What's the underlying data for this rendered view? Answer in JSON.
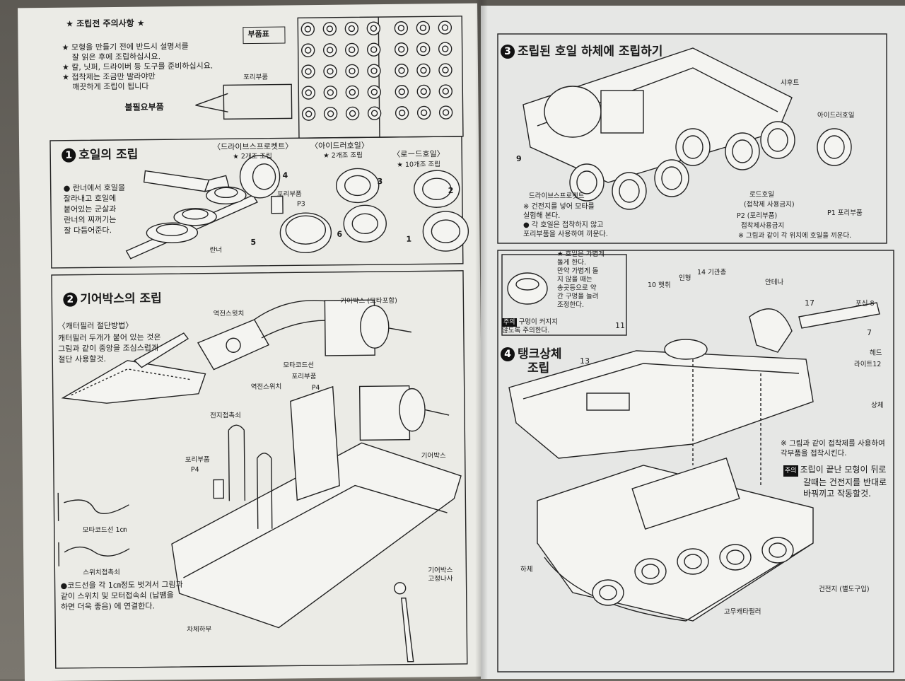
{
  "precautions": {
    "heading": "★ 조립전 주의사항 ★",
    "items": [
      "★ 모형을 만들기 전에 반드시 설명서를",
      "잘 읽은 후에 조립하십시요.",
      "★ 칼, 닛퍼, 드라이버 등 도구를 준비하십시요.",
      "★ 접착제는 조금만 발라야만",
      "깨끗하게 조립이 됩니다"
    ]
  },
  "parts_chart": {
    "label": "부품표",
    "poly_parts": "포리부품",
    "unneeded": "불필요부품"
  },
  "step1": {
    "number": "1",
    "title": "호일의 조립",
    "sprocket": {
      "label": "〈드라이브스프로켓트〉",
      "qty": "★ 2개조 조립"
    },
    "idler": {
      "label": "〈아이드러호일〉",
      "qty": "★ 2개조 조립"
    },
    "road": {
      "label": "〈로ー드호일〉",
      "qty": "★ 10개조 조립"
    },
    "note": [
      "● 란너에서 호일을",
      "잘라내고 호일에",
      "붙어있는 군살과",
      "란너의 찌꺼기는",
      "잘 다듬어준다."
    ],
    "callouts": {
      "p4": "4",
      "poly": "포리부품",
      "p3": "P3",
      "p5": "5",
      "p3b": "3",
      "p6": "6",
      "p2": "2",
      "p1": "1",
      "runner": "란너"
    }
  },
  "step2": {
    "number": "2",
    "title": "기어박스의 조립",
    "caterpillar_title": "〈캐터필러 절단방법〉",
    "caterpillar_note": [
      "캐터필러 두개가 붙어 있는 것은",
      "그림과 같이 중앙을 조심스럽게",
      "절단 사용할것."
    ],
    "callouts": {
      "reverse_switch": "역전스윗치",
      "gearbox_motor": "기어박스 (모타포함)",
      "motor_cord": "모타코드선",
      "poly_p4_top": "포리부품",
      "p4_top": "P4",
      "reverse_switch2": "역전스위치",
      "battery_contact": "전지접촉쇠",
      "poly_p4": "포리부품",
      "p4": "P4",
      "gearbox": "기어박스",
      "motor_cord_1cm": "모타코드선 1㎝",
      "switch_contact": "스위치접촉쇠",
      "gearbox_screw_1": "기어박스",
      "gearbox_screw_2": "고정나사",
      "chassis_bottom": "차체하부"
    },
    "wire_note": [
      "●코드선을 각 1㎝정도 벗겨서 그림과",
      "같이 스위치 및 모터접속쇠 (납땜을",
      "하면 더욱 좋음) 에 연결한다."
    ]
  },
  "step3": {
    "number": "3",
    "title": "조립된 호일 하체에 조립하기",
    "callouts": {
      "shaft": "샤후트",
      "idler": "아이드러호일",
      "n9": "9",
      "sprocket": "드라이브스프로켓트",
      "road": "로드호일",
      "road_note": "(접착제 사용금지)",
      "p2": "P2 (포리부품)",
      "no_glue": "접착제사용금지",
      "p1": "P1 포리부품"
    },
    "notes": [
      "※ 건전지를 넣어 모타를",
      "실험해 본다.",
      "● 각 호일은 접착하지 않고",
      "포리부품을 사용하여 끼운다.",
      "※ 그림과 같이 각 위치에 호일을 끼운다."
    ]
  },
  "step4": {
    "number": "4",
    "title": "탱크상체",
    "title2": "조립",
    "inset_note": [
      "★ 호일은 가볍게",
      "돌게 한다.",
      "만약 가볍게 돌",
      "지 않을 때는",
      "송곳등으로 약",
      "간 구멍을 늘려",
      "조정한다."
    ],
    "inset_caution_badge": "주의",
    "inset_caution": [
      "구멍이 커지지",
      "않도록 주의한다."
    ],
    "callouts": {
      "figure": "인형",
      "mg": "14 기관총",
      "hatch": "10 햇취",
      "antenna": "안테나",
      "n17": "17",
      "gun": "포신 8",
      "n7": "7",
      "n11": "11",
      "n13": "13",
      "head": "헤드",
      "light": "라이트12",
      "upper": "상체",
      "lower": "하체",
      "battery": "건전지 (별도구입)",
      "rubber": "고무캐타필러"
    },
    "glue_note": [
      "※ 그림과 같이 접착제를 사용하여",
      "각부품을 접착시킨다."
    ],
    "caution_badge": "주의",
    "caution": [
      "조립이 끝난 모형이 뒤로",
      "갈때는 건전지를 반대로",
      "바꿔끼고 작동할것."
    ]
  }
}
